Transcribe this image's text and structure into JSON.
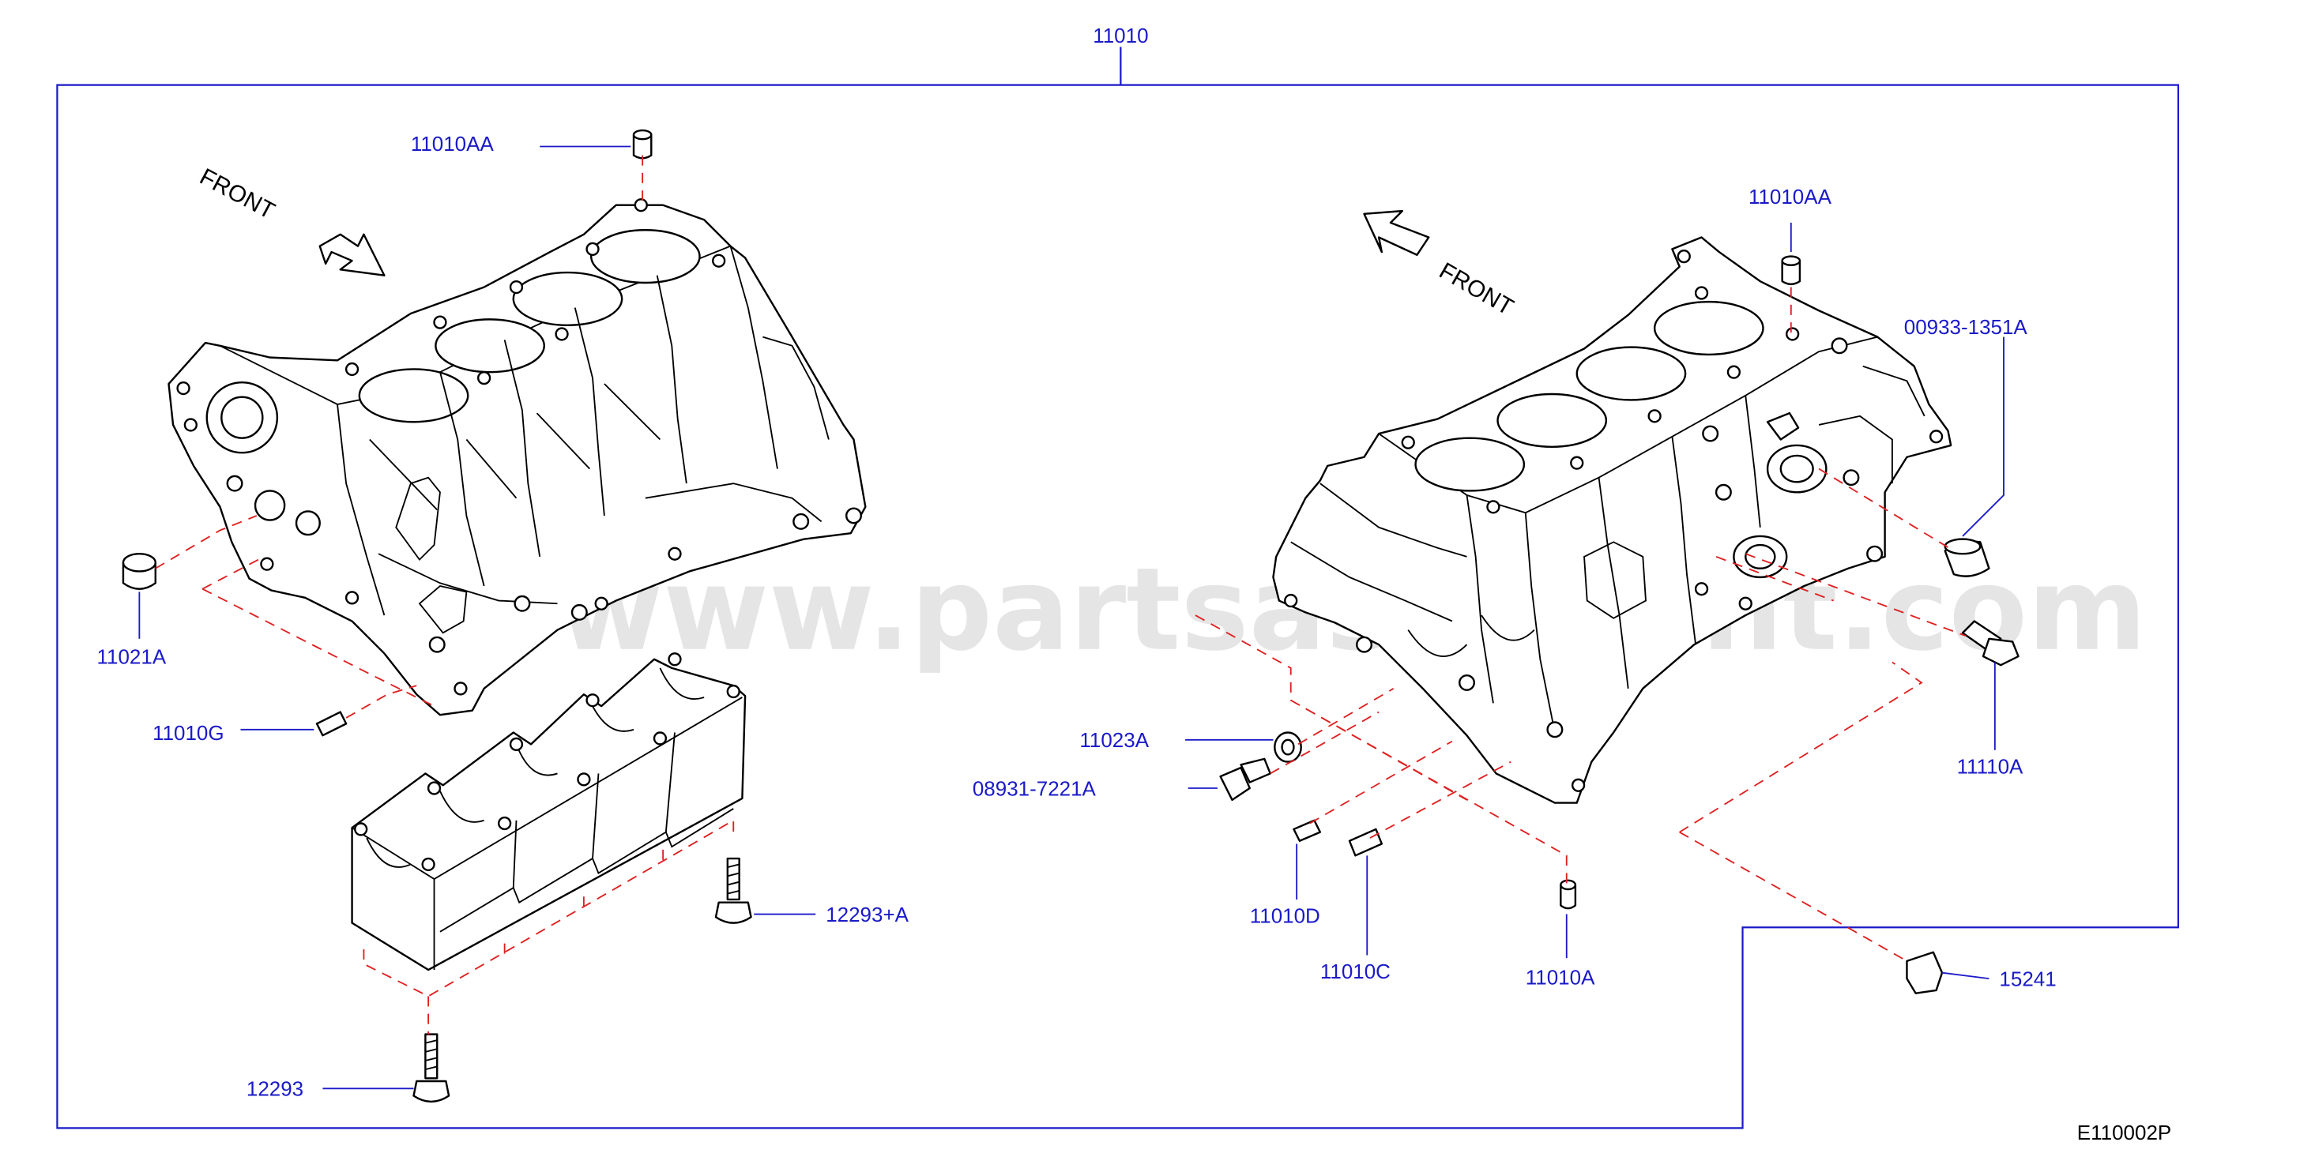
{
  "watermark": "www.partsassistant.com",
  "diagram_code": "E110002P",
  "front_left": "FRONT",
  "front_right": "FRONT",
  "labels": {
    "p11010": "11010",
    "p11010AA_left": "11010AA",
    "p11010AA_right": "11010AA",
    "p00933": "00933-1351A",
    "p11021A": "11021A",
    "p11010G": "11010G",
    "p11023A": "11023A",
    "p08931": "08931-7221A",
    "p11110A": "11110A",
    "p12293A": "12293+A",
    "p11010D": "11010D",
    "p11010C": "11010C",
    "p11010A": "11010A",
    "p15241": "15241",
    "p12293": "12293"
  },
  "colors": {
    "label": "#1a1ac8",
    "callout_dashes": "#e02020",
    "outline": "#000000",
    "watermark": "#cfcfcf"
  }
}
